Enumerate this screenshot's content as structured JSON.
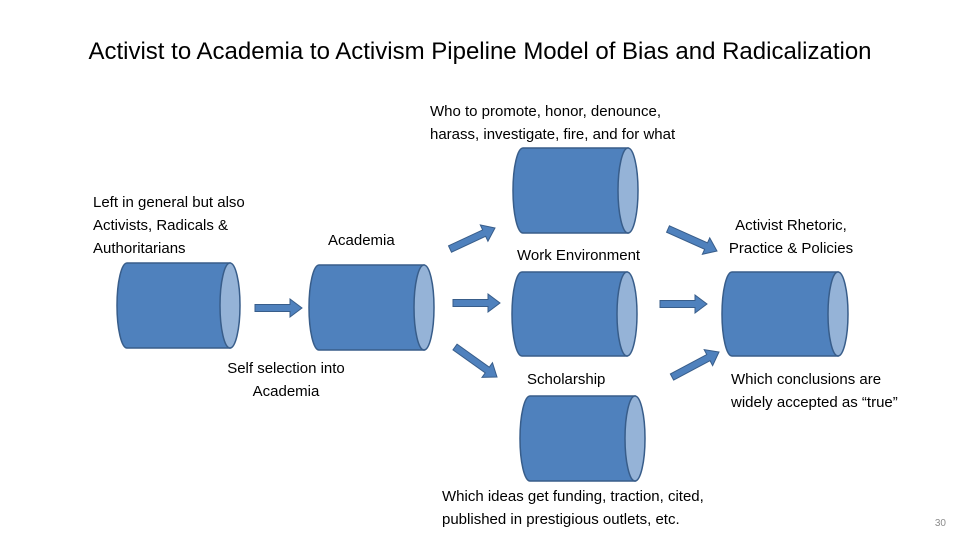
{
  "slide": {
    "title": "Activist to Academia to Activism Pipeline Model of Bias and Radicalization",
    "page_number": "30"
  },
  "nodes": {
    "left_in_general": {
      "label_lines": [
        "Left in general but also",
        "Activists, Radicals &",
        "Authoritarians"
      ]
    },
    "academia": {
      "label": "Academia"
    },
    "self_selection": {
      "label_lines": [
        "Self selection into",
        "Academia"
      ]
    },
    "work_environment": {
      "label": "Work Environment",
      "note_lines": [
        "Who to promote, honor, denounce,",
        "harass, investigate, fire, and for what"
      ]
    },
    "scholarship": {
      "label": "Scholarship",
      "note_lines": [
        "Which ideas get funding, traction, cited,",
        "published in prestigious outlets, etc."
      ]
    },
    "activist_rhetoric": {
      "label_lines": [
        "Activist Rhetoric,",
        "Practice & Policies"
      ],
      "note_lines": [
        "Which conclusions are",
        "widely accepted as “true”"
      ]
    }
  },
  "colors": {
    "cylinder_body": "#4f81bd",
    "cylinder_cap": "#95b3d7",
    "cylinder_outline": "#385d8a",
    "arrow_fill": "#4f81bd",
    "arrow_outline": "#385d8a"
  }
}
